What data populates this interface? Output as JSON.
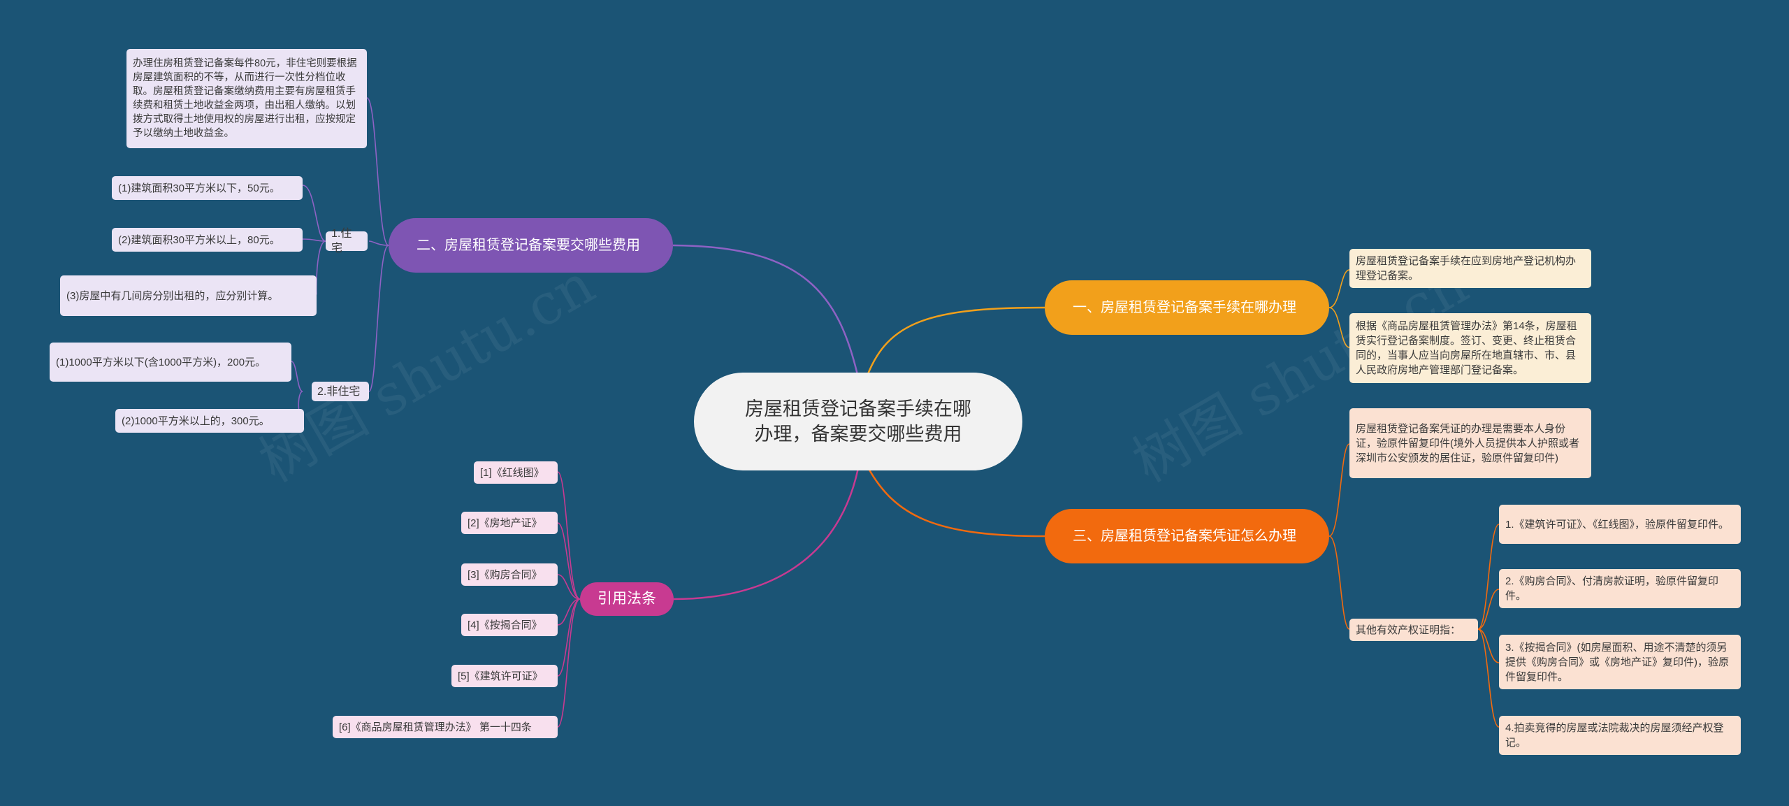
{
  "colors": {
    "background": "#1b5475",
    "purple": "#7e55b3",
    "yellow": "#f2a01b",
    "orange": "#f26a0e",
    "pink": "#c83a91"
  },
  "root": "房屋租赁登记备案手续在哪办理，备案要交哪些费用",
  "branch_fees": {
    "label": "二、房屋租赁登记备案要交哪些费用",
    "note": "办理住房租赁登记备案每件80元，非住宅则要根据房屋建筑面积的不等，从而进行一次性分档位收取。房屋租赁登记备案缴纳费用主要有房屋租赁手续费和租赁土地收益金两项，由出租人缴纳。以划拨方式取得土地使用权的房屋进行出租，应按规定予以缴纳土地收益金。",
    "residential": {
      "label": "1.住宅",
      "items": [
        "(1)建筑面积30平方米以下，50元。",
        "(2)建筑面积30平方米以上，80元。",
        "(3)房屋中有几间房分别出租的，应分别计算。"
      ]
    },
    "non_residential": {
      "label": "2.非住宅",
      "items": [
        "(1)1000平方米以下(含1000平方米)，200元。",
        "(2)1000平方米以上的，300元。"
      ]
    }
  },
  "branch_where": {
    "label": "一、房屋租赁登记备案手续在哪办理",
    "items": [
      "房屋租赁登记备案手续在应到房地产登记机构办理登记备案。",
      "根据《商品房屋租赁管理办法》第14条，房屋租赁实行登记备案制度。签订、变更、终止租赁合同的，当事人应当向房屋所在地直辖市、市、县人民政府房地产管理部门登记备案。"
    ]
  },
  "branch_docs": {
    "label": "三、房屋租赁登记备案凭证怎么办理",
    "intro": "房屋租赁登记备案凭证的办理是需要本人身份证，验原件留复印件(境外人员提供本人护照或者深圳市公安颁发的居住证，验原件留复印件)",
    "other_label": "其他有效产权证明指：",
    "other_items": [
      "1.《建筑许可证》、《红线图》，验原件留复印件。",
      "2.《购房合同》、付清房款证明，验原件留复印件。",
      "3.《按揭合同》(如房屋面积、用途不清楚的须另提供《购房合同》或《房地产证》复印件)，验原件留复印件。",
      "4.拍卖竞得的房屋或法院裁决的房屋须经产权登记。"
    ]
  },
  "branch_refs": {
    "label": "引用法条",
    "items": [
      "[1]《红线图》",
      "[2]《房地产证》",
      "[3]《购房合同》",
      "[4]《按揭合同》",
      "[5]《建筑许可证》",
      "[6]《商品房屋租赁管理办法》 第一十四条"
    ]
  },
  "watermarks": [
    "树图 shutu.cn",
    "树图 shutu.cn"
  ]
}
